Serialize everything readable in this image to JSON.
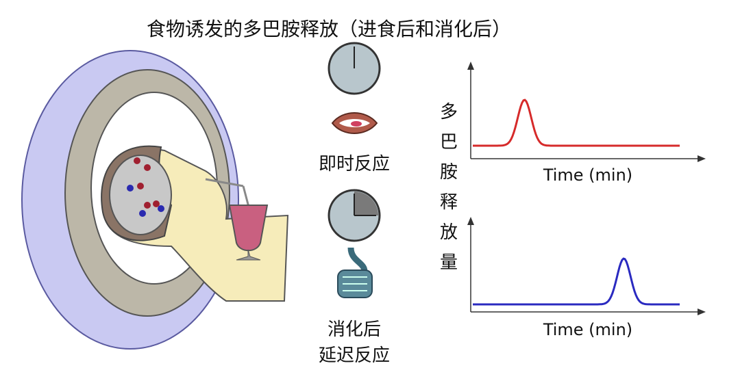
{
  "title": "食物诱发的多巴胺释放（进食后和消化后）",
  "immediate_label": "即时反应",
  "delayed_label_1": "消化后",
  "delayed_label_2": "延迟反应",
  "y_label_chars": [
    "多",
    "巴",
    "胺",
    "释",
    "放",
    "量"
  ],
  "graph_top": {
    "xlabel": "Time (min)",
    "color": "#d62a2a",
    "peak_position": 0.25
  },
  "graph_bottom": {
    "xlabel": "Time (min)",
    "color": "#2a2ac0",
    "peak_position": 0.73
  }
}
